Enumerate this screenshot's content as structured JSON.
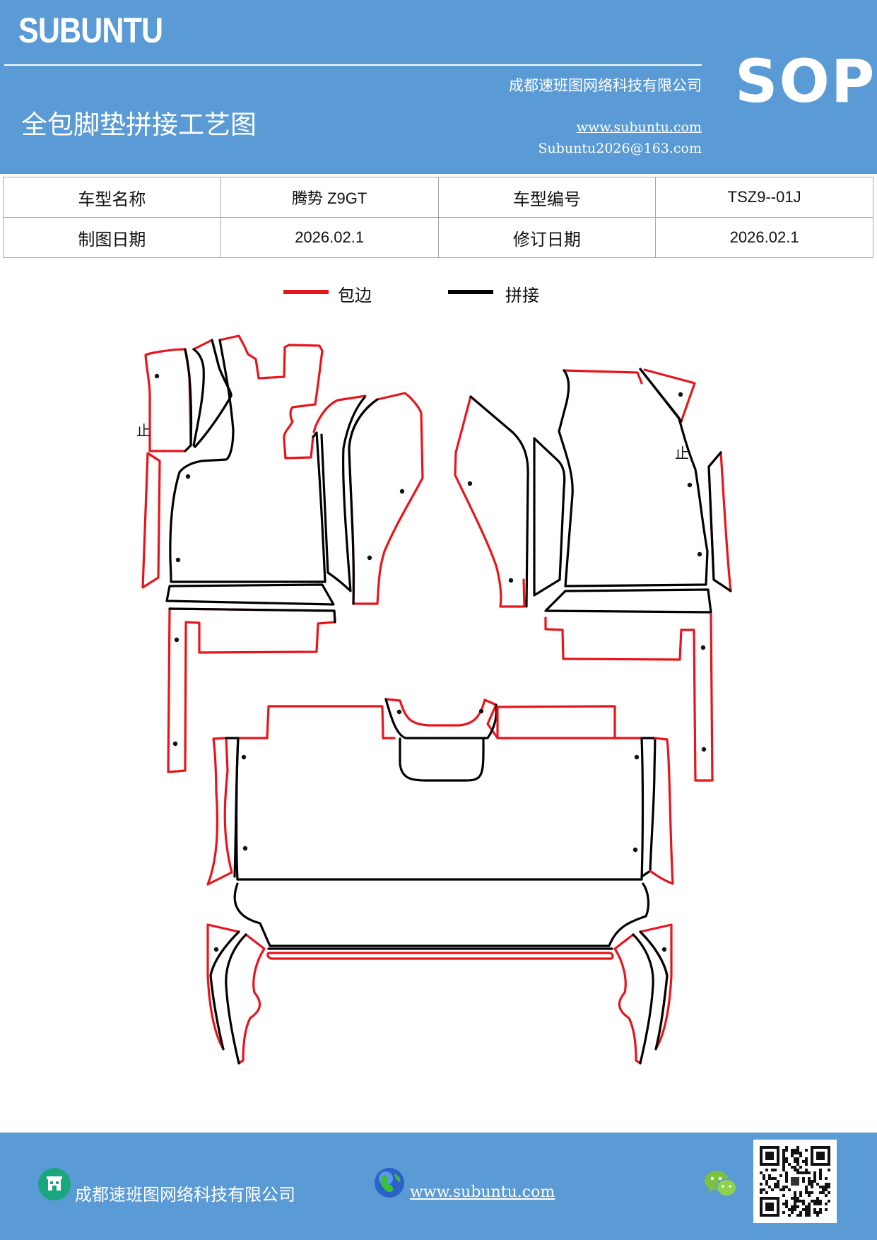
{
  "header": {
    "brand": "SUBUNTU",
    "badge": "SOP",
    "company": "成都速班图网络科技有限公司",
    "title": "全包脚垫拼接工艺图",
    "website": "www.subuntu.com",
    "email": "Subuntu2026@163.com"
  },
  "info": {
    "model_name_label": "车型名称",
    "model_name_value": "腾势 Z9GT",
    "model_code_label": "车型编号",
    "model_code_value": "TSZ9--01J",
    "draw_date_label": "制图日期",
    "draw_date_value": "2026.02.1",
    "revise_date_label": "修订日期",
    "revise_date_value": "2026.02.1"
  },
  "legend": {
    "edge_label": "包边",
    "edge_color": "#e8141b",
    "joint_label": "拼接",
    "joint_color": "#000000"
  },
  "diagram": {
    "stop_mark_left": "止",
    "stop_mark_right": "止"
  },
  "footer": {
    "company": "成都速班图网络科技有限公司",
    "website": "www.subuntu.com",
    "icons": [
      "building-icon",
      "globe-icon",
      "wechat-icon",
      "qr-code"
    ]
  }
}
